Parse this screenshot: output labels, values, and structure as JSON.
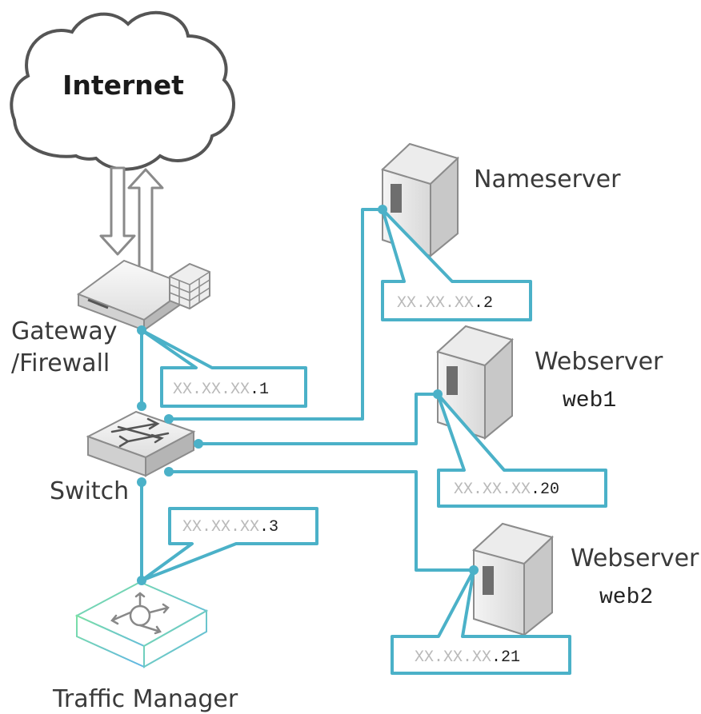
{
  "colors": {
    "link": "#4bb1c8",
    "callout_border": "#4bb1c8",
    "device_gray": "#cfcfcf",
    "traffic_manager_accent": "#6bd49a"
  },
  "cloud": {
    "label": "Internet",
    "icon": "cloud-icon"
  },
  "nodes": {
    "gateway": {
      "label_line1": "Gateway",
      "label_line2": "/Firewall",
      "ip_mask": "XX.XX.XX",
      "ip_suffix": ".1",
      "icon": "router-firewall-icon"
    },
    "switch": {
      "label": "Switch",
      "icon": "switch-icon"
    },
    "traffic_manager": {
      "label": "Traffic Manager",
      "ip_mask": "XX.XX.XX",
      "ip_suffix": ".3",
      "icon": "traffic-manager-icon"
    },
    "nameserver": {
      "label": "Nameserver",
      "ip_mask": "XX.XX.XX",
      "ip_suffix": ".2",
      "icon": "server-tower-icon"
    },
    "web1": {
      "label": "Webserver",
      "hostname": "web1",
      "ip_mask": "XX.XX.XX",
      "ip_suffix": ".20",
      "icon": "server-tower-icon"
    },
    "web2": {
      "label": "Webserver",
      "hostname": "web2",
      "ip_mask": "XX.XX.XX",
      "ip_suffix": ".21",
      "icon": "server-tower-icon"
    }
  }
}
